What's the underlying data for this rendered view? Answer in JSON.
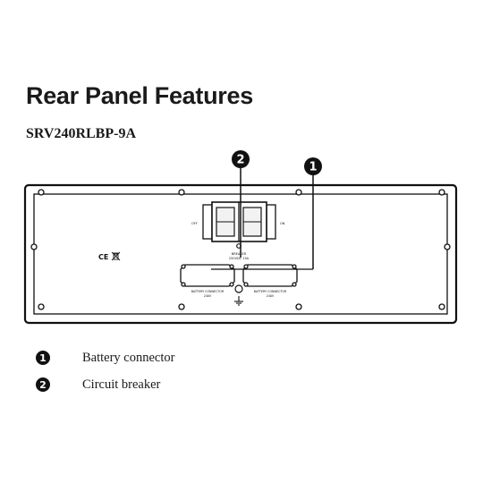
{
  "title": "Rear Panel Features",
  "model": "SRV240RLBP-9A",
  "callouts": [
    {
      "number": "1",
      "label": "Battery connector"
    },
    {
      "number": "2",
      "label": "Circuit breaker"
    }
  ],
  "panel_labels": {
    "breaker_left": "OFF",
    "breaker_right": "ON",
    "breaker_caption": "BREAKER",
    "breaker_rating": "250VDC 15A",
    "ce_mark": "CE",
    "left_connector": "BATTERY CONNECTOR",
    "left_connector_sub": "240V",
    "right_connector": "BATTERY CONNECTOR",
    "right_connector_sub": "240V"
  },
  "colors": {
    "ink": "#111111",
    "panel_fill": "#ffffff",
    "text": "#1a1a1a"
  }
}
